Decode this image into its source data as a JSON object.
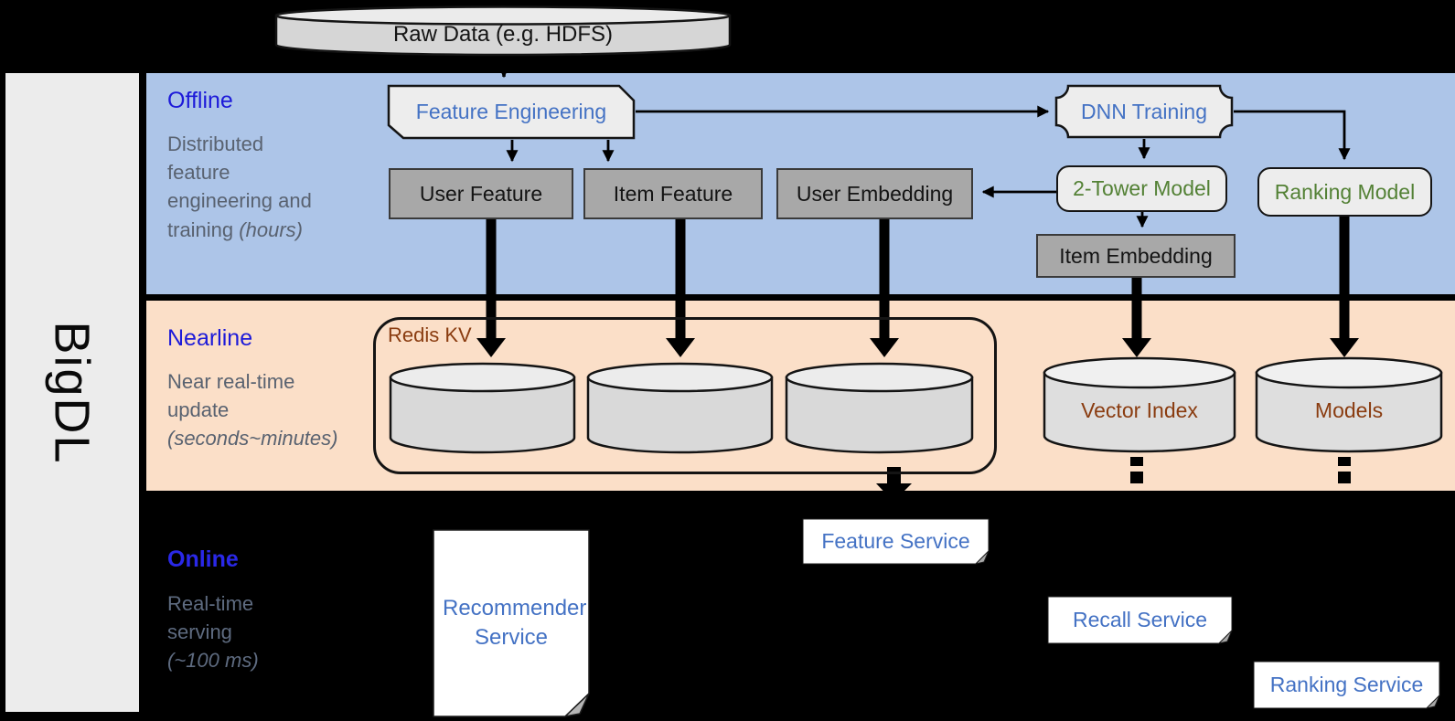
{
  "brand": "BigDL",
  "top": {
    "raw_data": "Raw Data (e.g. HDFS)"
  },
  "sections": {
    "offline": {
      "title": "Offline",
      "desc": "Distributed feature engineering and training",
      "desc_note": "(hours)"
    },
    "nearline": {
      "title": "Nearline",
      "desc": "Near real-time update",
      "desc_note": "(seconds~minutes)"
    },
    "online": {
      "title": "Online",
      "desc": "Real-time serving",
      "desc_note": "(~100 ms)"
    }
  },
  "nodes": {
    "feature_engineering": "Feature Engineering",
    "dnn_training": "DNN Training",
    "user_feature": "User Feature",
    "item_feature": "Item Feature",
    "user_embedding": "User Embedding",
    "two_tower_model": "2-Tower Model",
    "ranking_model": "Ranking Model",
    "item_embedding": "Item Embedding",
    "redis_kv": "Redis KV",
    "vector_index": "Vector Index",
    "models": "Models"
  },
  "services": {
    "recommender": "Recommender Service",
    "feature": "Feature Service",
    "recall": "Recall Service",
    "ranking": "Ranking Service"
  },
  "colors": {
    "band_offline": "#adc5e8",
    "band_nearline": "#fbdfc8",
    "background": "#000000",
    "accent_blue": "#4472c4",
    "section_blue": "#1d1ad9",
    "green": "#538135",
    "brown": "#8a3c10",
    "gray_text": "#596270",
    "box_gray": "#a8a8a8",
    "box_light": "#ededed"
  }
}
